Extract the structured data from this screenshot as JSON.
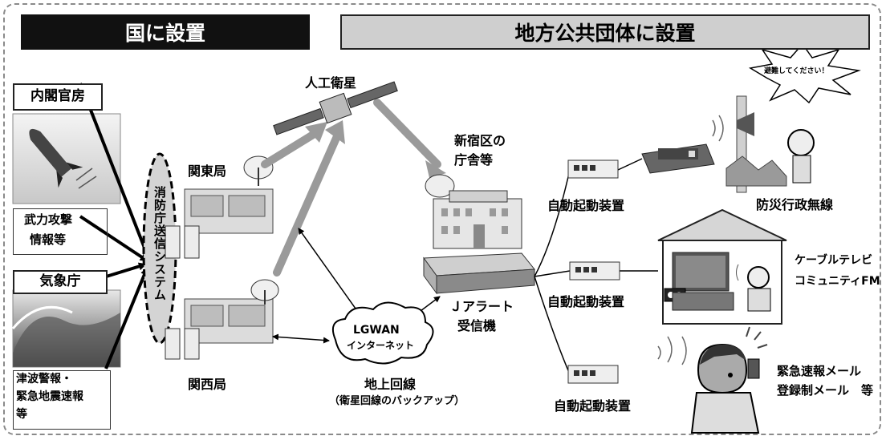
{
  "headers": {
    "national": "国に設置",
    "local": "地方公共団体に設置"
  },
  "sources": {
    "cabinet_secretariat": "内閣官房",
    "armed_attack_info_line1": "武力攻撃",
    "armed_attack_info_line2": "情報等",
    "jma": "気象庁",
    "tsunami_line1": "津波警報・",
    "tsunami_line2": "緊急地震速報",
    "tsunami_line3": "等"
  },
  "fdma_system": "消防庁送信システム",
  "stations": {
    "kanto": "関東局",
    "kansai": "関西局"
  },
  "satellite": "人工衛星",
  "shinjuku_line1": "新宿区の",
  "shinjuku_line2": "庁舎等",
  "network": {
    "lgwan": "LGWAN",
    "internet": "インターネット",
    "ground_line": "地上回線",
    "backup": "（衛星回線のバックアップ）"
  },
  "receiver_line1": "Ｊアラート",
  "receiver_line2": "受信機",
  "auto_start": {
    "one": "自動起動装置",
    "two": "自動起動装置",
    "three": "自動起動装置"
  },
  "outputs": {
    "evacuate_bubble": "避難してください！",
    "disaster_radio": "防災行政無線",
    "cable_tv": "ケーブルテレビ",
    "community_fm": "コミュニティFM",
    "emergency_mail": "緊急速報メール",
    "registered_mail": "登録制メール　等"
  }
}
